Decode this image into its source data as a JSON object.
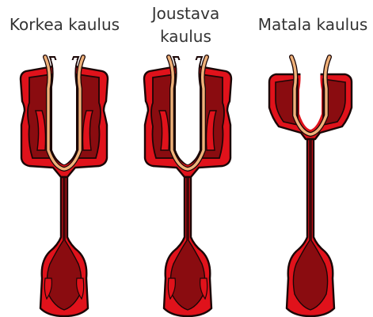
{
  "captions": {
    "high": "Korkea kaulus",
    "flexible_line1": "Joustava",
    "flexible_line2": "kaulus",
    "low": "Matala kaulus"
  },
  "colors": {
    "red": "#e0121b",
    "dark_red": "#8a0c10",
    "outline": "#1a0606",
    "skin": "#f0b27a",
    "text": "#333333"
  }
}
